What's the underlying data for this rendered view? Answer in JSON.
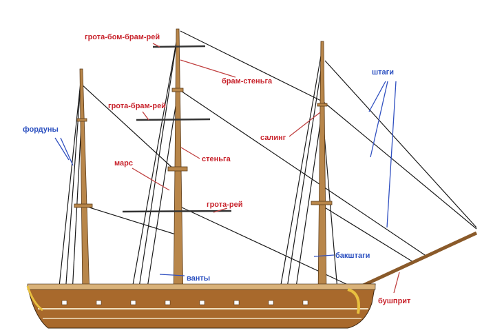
{
  "labels": {
    "royal_yard": "грота-бом-брам-рей",
    "topgallant_mast": "брам-стеньга",
    "topgallant_yard": "грота-брам-рей",
    "stays": "штаги",
    "shrouds_aft": "фордуны",
    "crosstrees": "салинг",
    "topmast": "стеньга",
    "top": "марс",
    "main_yard": "грота-рей",
    "backstays": "бакштаги",
    "shrouds": "ванты",
    "bowsprit": "бушприт"
  },
  "colors": {
    "label_red": "#c8232c",
    "label_blue": "#2a4fc0",
    "wood": "#b8864a",
    "hull": "#a8692c"
  }
}
